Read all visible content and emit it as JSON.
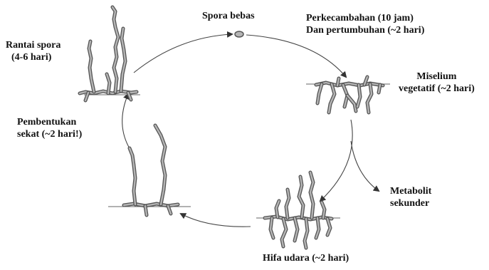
{
  "labels": {
    "free_spore": "Spora bebas",
    "germination_line1": "Perkecambahan (10 jam)",
    "germination_line2": "Dan pertumbuhan  (~2 hari)",
    "vegetative_line1": "Miselium",
    "vegetative_line2": "vegetatif (~2 hari)",
    "metabolite_line1": "Metabolit",
    "metabolite_line2": "sekunder",
    "aerial_hyphae": "Hifa udara  (~2 hari)",
    "septation_line1": "Pembentukan",
    "septation_line2": "sekat (~2 hari!)",
    "spore_chain_line1": "Rantai spora",
    "spore_chain_line2": "(4-6 hari)"
  },
  "stages": [
    "free-spore",
    "germination",
    "vegetative-mycelium",
    "aerial-hyphae",
    "septation",
    "spore-chain"
  ],
  "colors": {
    "hypha_outline": "#555555",
    "hypha_fill": "#b5b5b5",
    "arrow": "#444444",
    "text": "#111111"
  }
}
